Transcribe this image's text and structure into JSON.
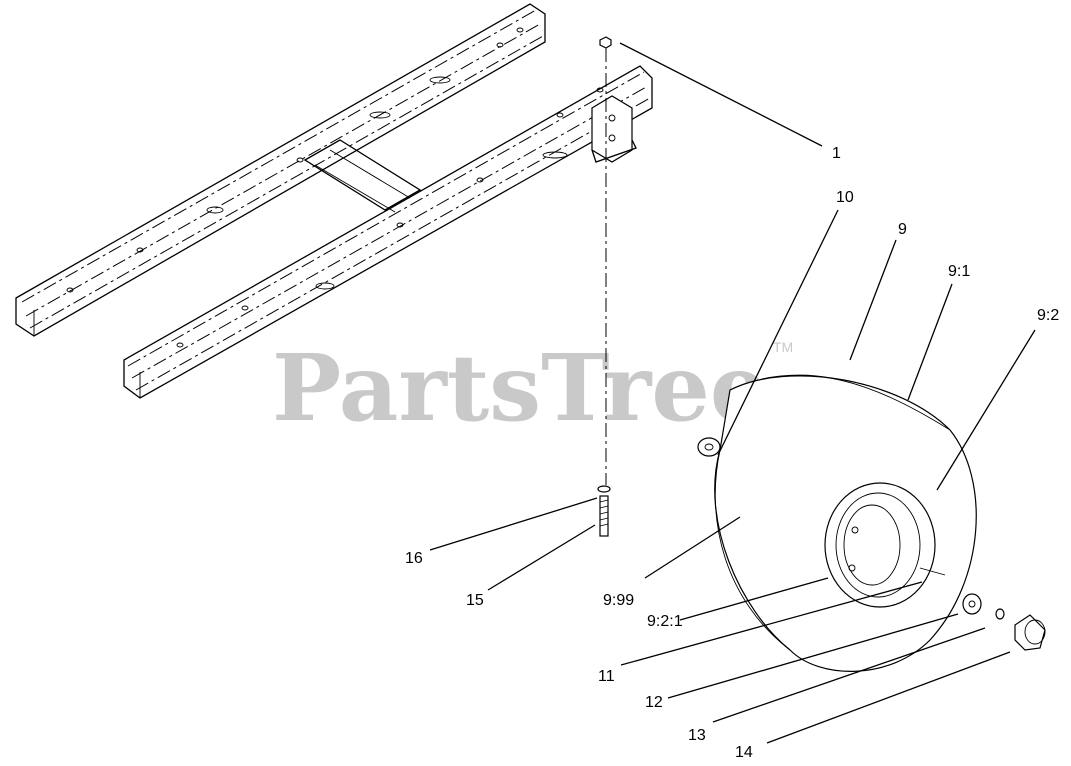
{
  "watermark": {
    "text": "PartsTree",
    "trademark": "TM"
  },
  "callouts": [
    {
      "id": "c1",
      "label": "1"
    },
    {
      "id": "c10",
      "label": "10"
    },
    {
      "id": "c9",
      "label": "9"
    },
    {
      "id": "c9_1",
      "label": "9:1"
    },
    {
      "id": "c9_2",
      "label": "9:2"
    },
    {
      "id": "c16",
      "label": "16"
    },
    {
      "id": "c15",
      "label": "15"
    },
    {
      "id": "c9_99",
      "label": "9:99"
    },
    {
      "id": "c9_2_1",
      "label": "9:2:1"
    },
    {
      "id": "c11",
      "label": "11"
    },
    {
      "id": "c12",
      "label": "12"
    },
    {
      "id": "c13",
      "label": "13"
    },
    {
      "id": "c14",
      "label": "14"
    }
  ]
}
